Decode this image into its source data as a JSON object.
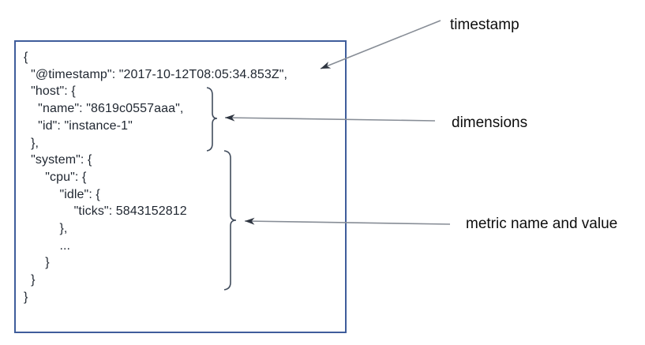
{
  "colors": {
    "box_border": "#3f5d9b",
    "code_text": "#1f2630",
    "label_text": "#0d0d0d",
    "arrow_line": "#878d96",
    "arrow_head": "#2e3540",
    "brace": "#414c5c",
    "bg": "#ffffff"
  },
  "code": {
    "lines": [
      "{",
      "  \"@timestamp\": \"2017-10-12T08:05:34.853Z\",",
      "  \"host\": {",
      "    \"name\": \"8619c0557aaa\",",
      "    \"id\": \"instance-1\"",
      "  },",
      "  \"system\": {",
      "      \"cpu\": {",
      "          \"idle\": {",
      "              \"ticks\": 5843152812",
      "          },",
      "          ...",
      "      }",
      "  }",
      "}"
    ]
  },
  "annotations": {
    "timestamp_label": "timestamp",
    "dimensions_label": "dimensions",
    "metric_label": "metric name and value"
  }
}
